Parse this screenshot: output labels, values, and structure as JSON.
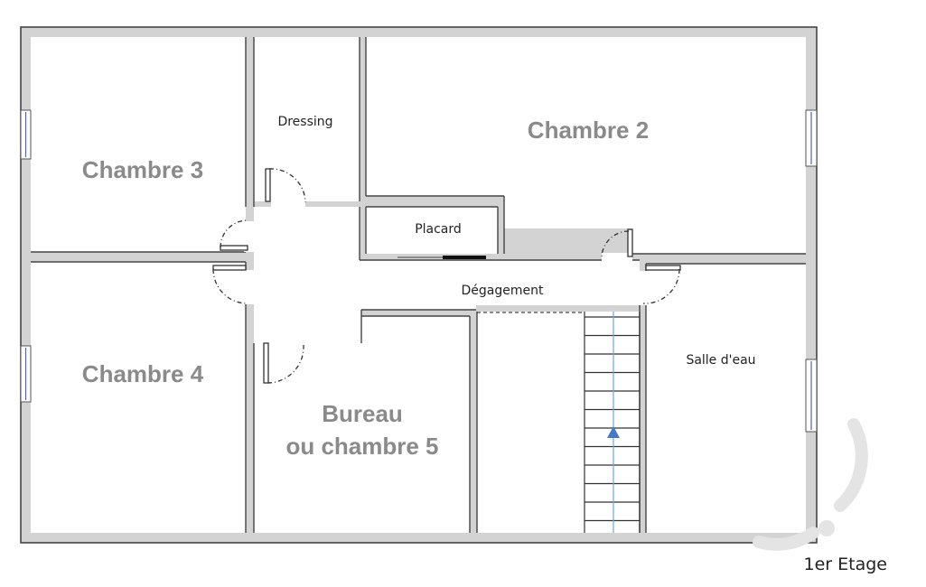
{
  "plan": {
    "rooms": {
      "chambre3": "Chambre 3",
      "chambre2": "Chambre 2",
      "chambre4": "Chambre 4",
      "bureau_line1": "Bureau",
      "bureau_line2": "ou chambre 5",
      "dressing": "Dressing",
      "placard": "Placard",
      "degagement": "Dégagement",
      "salle_eau": "Salle d'eau"
    },
    "level_label": "1er Etage"
  },
  "colors": {
    "wall_fill": "#d3d3d3",
    "wall_stroke": "#444444",
    "room_label_large": "#8a8a8a",
    "stair_arrow": "#4a78c8",
    "window_glass": "#5060c8"
  },
  "icons": {
    "stair_direction": "arrow-up-icon"
  }
}
